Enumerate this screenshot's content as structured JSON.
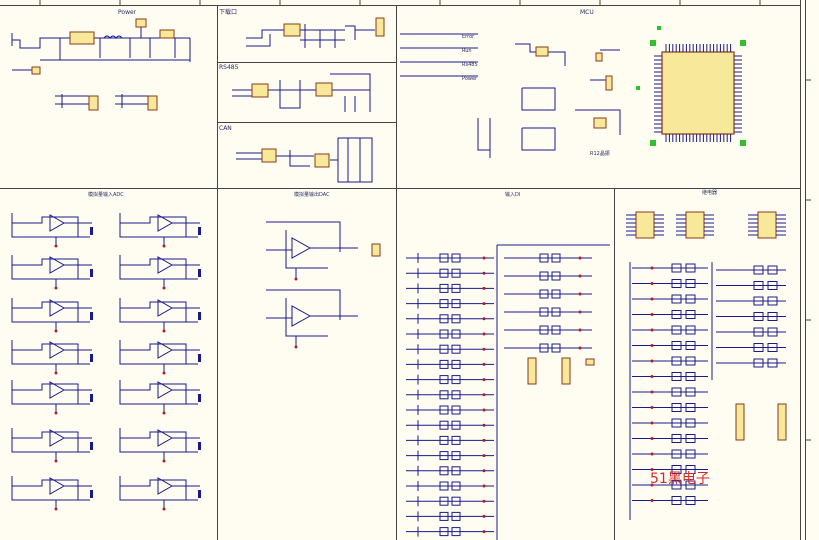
{
  "sheet": {
    "background": "#fffdf2",
    "wire_color": "#1a1a8c",
    "part_fill": "#f7e89a",
    "part_stroke": "#8a3a1a",
    "frame_color": "#444444",
    "junction_color": "#b02020",
    "pin_green": "#2fbf2f"
  },
  "titles": {
    "power": "Power",
    "usb": "下载口",
    "rs485": "RS485",
    "can": "CAN",
    "mcu": "MCU",
    "adc": "模拟量输入ADC",
    "dac": "模拟量输出DAC",
    "di": "输入DI",
    "relay": "继电器"
  },
  "labels": {
    "led_error": "Error",
    "led_run": "Run",
    "led_rs485": "Rs485",
    "led_power": "Power",
    "crystal": "R12晶振"
  },
  "watermark": {
    "text": "51黑电子",
    "color": "#d4292a"
  }
}
